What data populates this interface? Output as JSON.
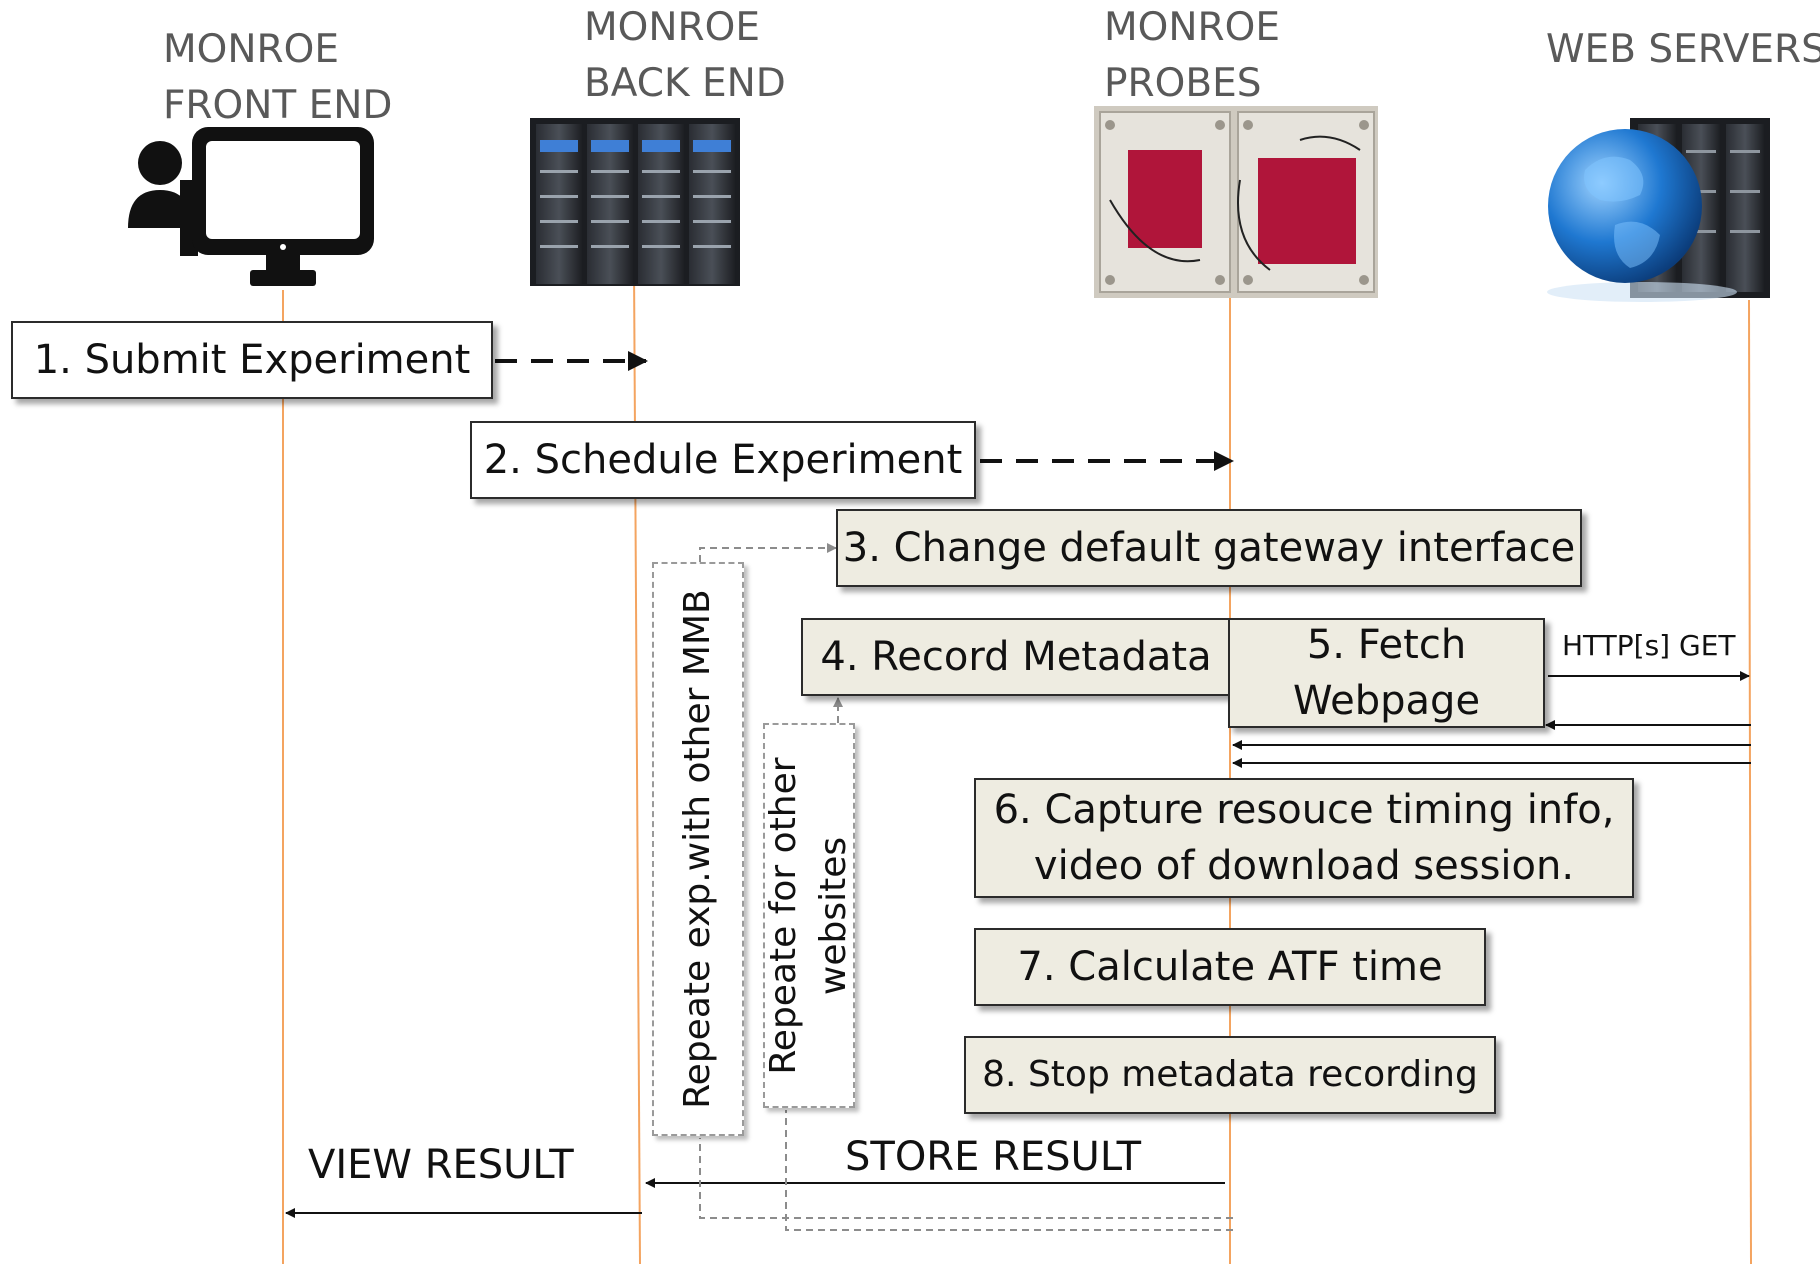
{
  "lanes": {
    "front_end": {
      "line1": "MONROE",
      "line2": "FRONT END"
    },
    "back_end": {
      "line1": "MONROE",
      "line2": "BACK END"
    },
    "probes": {
      "line1": "MONROE",
      "line2": "PROBES"
    },
    "web_servers": {
      "line1": "WEB SERVERS"
    }
  },
  "steps": {
    "s1": "1. Submit Experiment",
    "s2": "2. Schedule Experiment",
    "s3": "3. Change default gateway interface",
    "s4": "4. Record Metadata",
    "s5_line1": "5. Fetch",
    "s5_line2": "Webpage",
    "s6_line1": "6. Capture resouce timing info,",
    "s6_line2": "video of download session.",
    "s7": "7. Calculate ATF time",
    "s8": "8. Stop metadata recording"
  },
  "loops": {
    "mmb": "Repeate exp.with other MMB",
    "websites_line1": "Repeate for other",
    "websites_line2": "websites"
  },
  "messages": {
    "http_get": "HTTP[s] GET",
    "store_result": "STORE RESULT",
    "view_result": "VIEW RESULT"
  },
  "colors": {
    "lifeline": "#f4a460",
    "step_fill": "#eeece1",
    "header_text": "#595959",
    "probe_case": "#e6e3dc",
    "probe_device": "#b0153a",
    "globe": "#1f78d1"
  },
  "icons": {
    "front_end": "user-computer-icon",
    "back_end": "server-rack-icon",
    "probes": "probe-box-photo",
    "web_servers": "globe-server-icon"
  }
}
